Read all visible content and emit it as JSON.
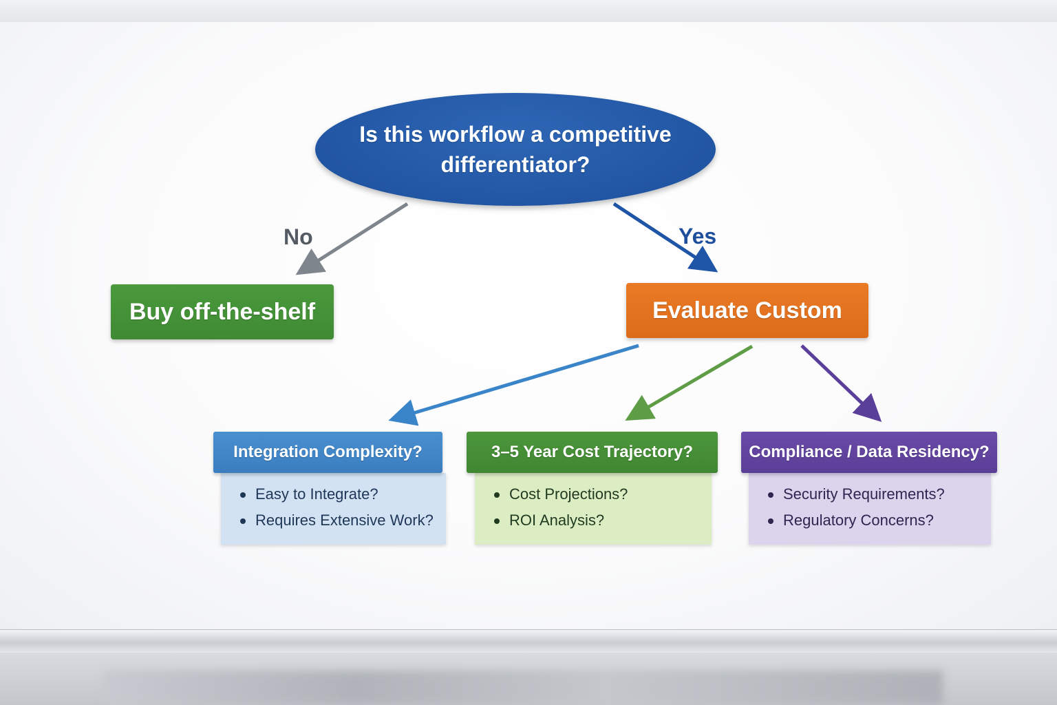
{
  "decision": {
    "question": "Is this workflow a competitive differentiator?"
  },
  "branches": {
    "no_label": "No",
    "yes_label": "Yes"
  },
  "outcomes": {
    "buy_label": "Buy off-the-shelf",
    "evaluate_label": "Evaluate Custom"
  },
  "considerations": [
    {
      "title": "Integration Complexity?",
      "items": [
        "Easy to Integrate?",
        "Requires Extensive Work?"
      ]
    },
    {
      "title": "3–5 Year Cost Trajectory?",
      "items": [
        "Cost Projections?",
        "ROI Analysis?"
      ]
    },
    {
      "title": "Compliance / Data Residency?",
      "items": [
        "Security Requirements?",
        "Regulatory Concerns?"
      ]
    }
  ],
  "colors": {
    "decision": "#1c4f9c",
    "buy": "#3f8a33",
    "evaluate": "#dc6c1b",
    "integration": "#3a7ec0",
    "cost": "#3f8731",
    "compliance": "#5a3e97",
    "arrow_no": "#7f858d",
    "arrow_yes": "#1e55a6",
    "arrow_integration": "#3a84c9",
    "arrow_cost": "#5e9c45",
    "arrow_compliance": "#5a3f9a"
  }
}
